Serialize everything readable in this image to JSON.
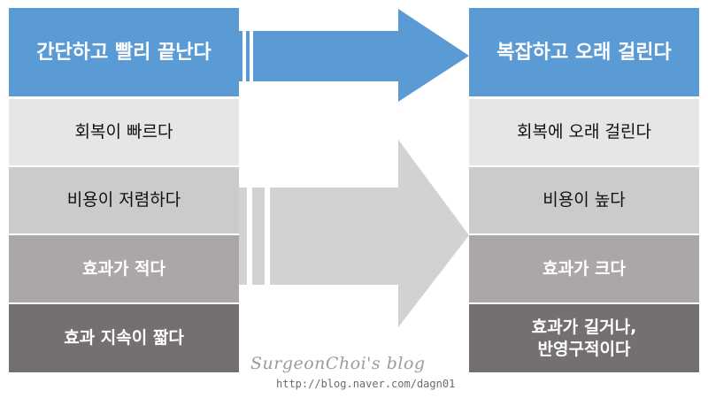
{
  "left": {
    "header": "간단하고 빨리 끝난다",
    "rows": [
      "회복이 빠르다",
      "비용이 저렴하다",
      "효과가 적다",
      "효과 지속이 짧다"
    ]
  },
  "right": {
    "header": "복잡하고 오래 걸린다",
    "rows": [
      "회복에 오래 걸린다",
      "비용이 높다",
      "효과가 크다",
      "효과가 길거나,\n반영구적이다"
    ]
  },
  "watermark": {
    "title": "SurgeonChoi's blog",
    "url": "http://blog.naver.com/dagn01"
  },
  "colors": {
    "header_blue": "#5b9bd5",
    "row1": "#e6e6e6",
    "row2": "#cbcbcb",
    "row3": "#aba7a6",
    "row4": "#74706f",
    "arrow_gray": "#d2d2d2",
    "text_dark": "#111111",
    "text_light": "#ffffff"
  }
}
